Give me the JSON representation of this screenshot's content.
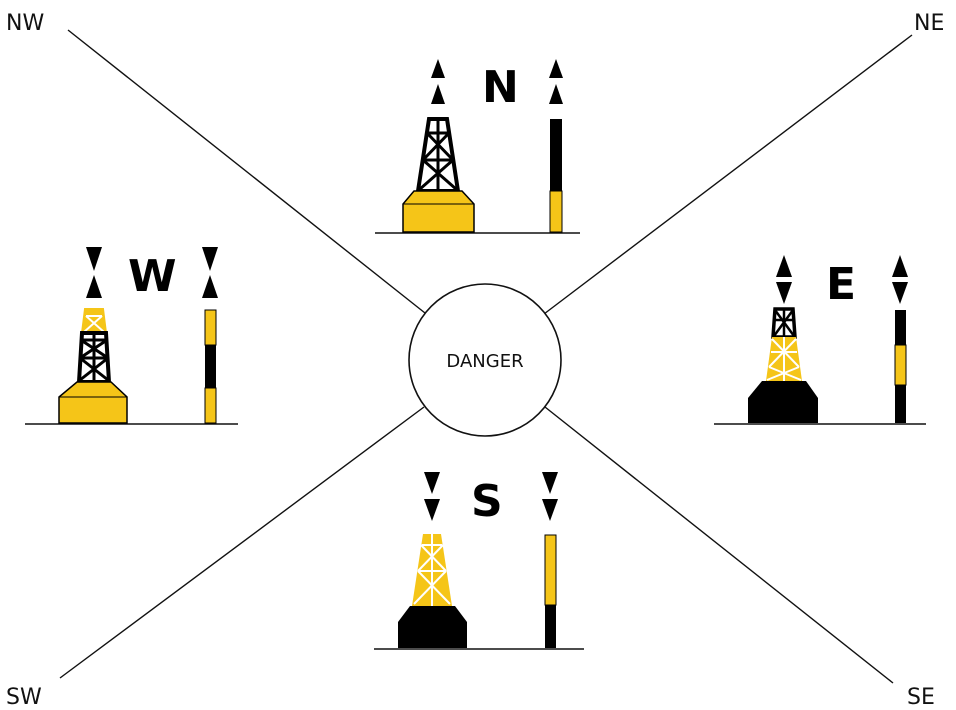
{
  "diagram": {
    "compass": {
      "nw": "NW",
      "ne": "NE",
      "sw": "SW",
      "se": "SE"
    },
    "center_label": "DANGER",
    "marks": {
      "north": {
        "letter": "N",
        "topmark": "two-cones-point-up",
        "colors": "black over yellow"
      },
      "east": {
        "letter": "E",
        "topmark": "two-cones-base-to-base",
        "colors": "black-yellow-black"
      },
      "south": {
        "letter": "S",
        "topmark": "two-cones-point-down",
        "colors": "yellow over black"
      },
      "west": {
        "letter": "W",
        "topmark": "two-cones-point-to-point",
        "colors": "yellow-black-yellow"
      }
    },
    "colors": {
      "yellow": "#f5c518",
      "black": "#000000",
      "line": "#111111"
    }
  }
}
